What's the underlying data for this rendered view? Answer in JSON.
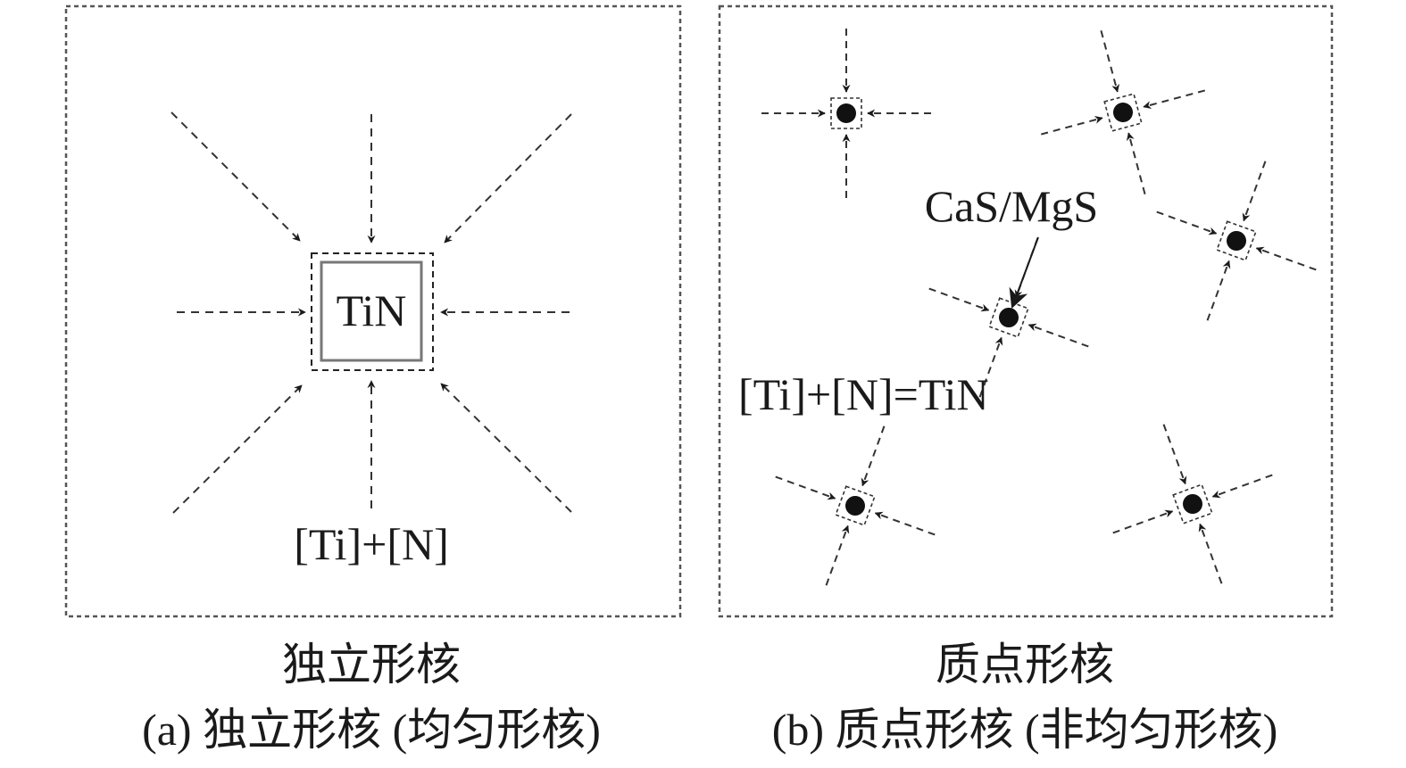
{
  "panel_a": {
    "box_label": "TiN",
    "reactants": "[Ti]+[N]",
    "title": "独立形核",
    "caption": "(a) 独立形核 (均匀形核)"
  },
  "panel_b": {
    "particle_label": "CaS/MgS",
    "reaction": "[Ti]+[N]=TiN",
    "title": "质点形核",
    "caption": "(b) 质点形核 (非均匀形核)"
  },
  "colors": {
    "ink": "#1a1a1a",
    "frame": "#555555",
    "tin_box": "#777777"
  }
}
